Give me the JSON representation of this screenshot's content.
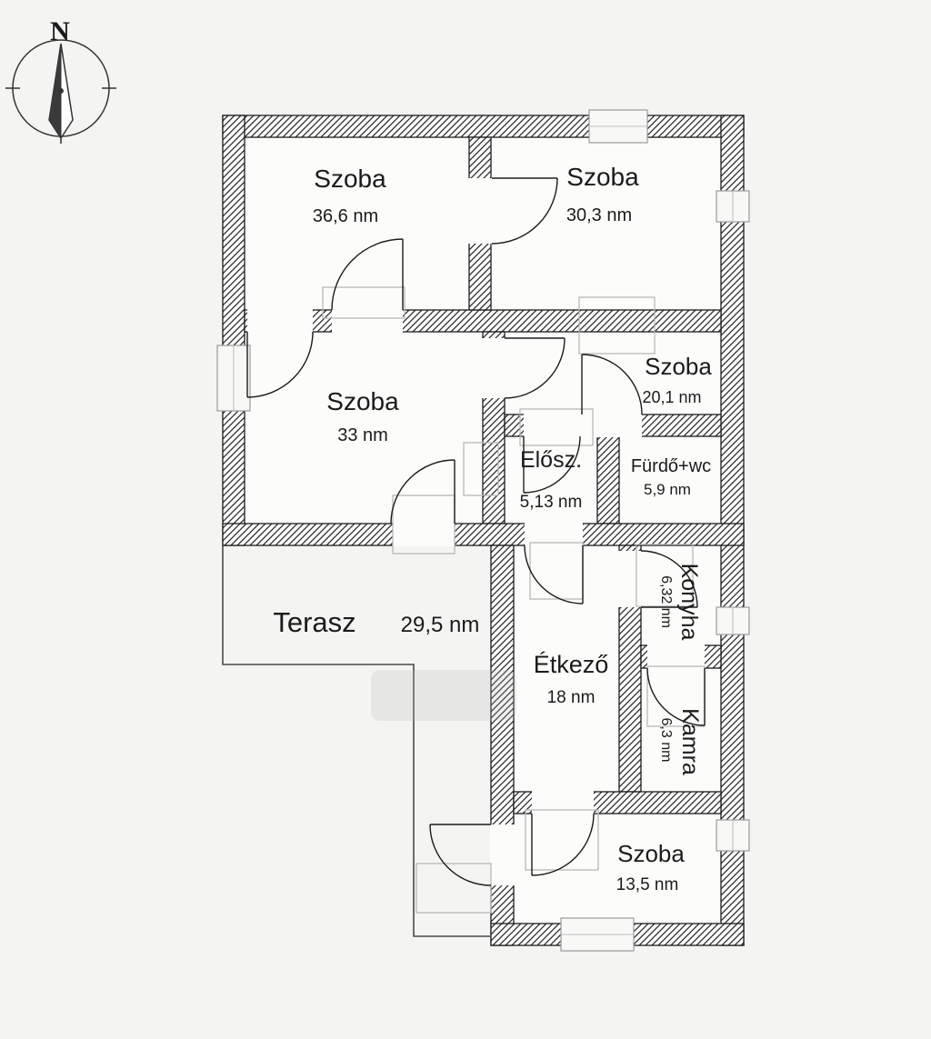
{
  "compass": {
    "label": "N"
  },
  "rooms": [
    {
      "name": "Szoba",
      "area": "36,6 nm"
    },
    {
      "name": "Szoba",
      "area": "30,3 nm"
    },
    {
      "name": "Szoba",
      "area": "33 nm"
    },
    {
      "name": "Szoba",
      "area": "20,1 nm"
    },
    {
      "name": "Elősz.",
      "area": "5,13 nm"
    },
    {
      "name": "Fürdő+wc",
      "area": "5,9 nm"
    },
    {
      "name": "Terasz",
      "area": "29,5 nm"
    },
    {
      "name": "Étkező",
      "area": "18 nm"
    },
    {
      "name": "Konyha",
      "area": "6,32 nm"
    },
    {
      "name": "Kamra",
      "area": "6,3 nm"
    },
    {
      "name": "Szoba",
      "area": "13,5 nm"
    }
  ],
  "colors": {
    "background": "#f4f4f2",
    "wall_line": "#1c1c1c",
    "text": "#1b1b1b"
  }
}
